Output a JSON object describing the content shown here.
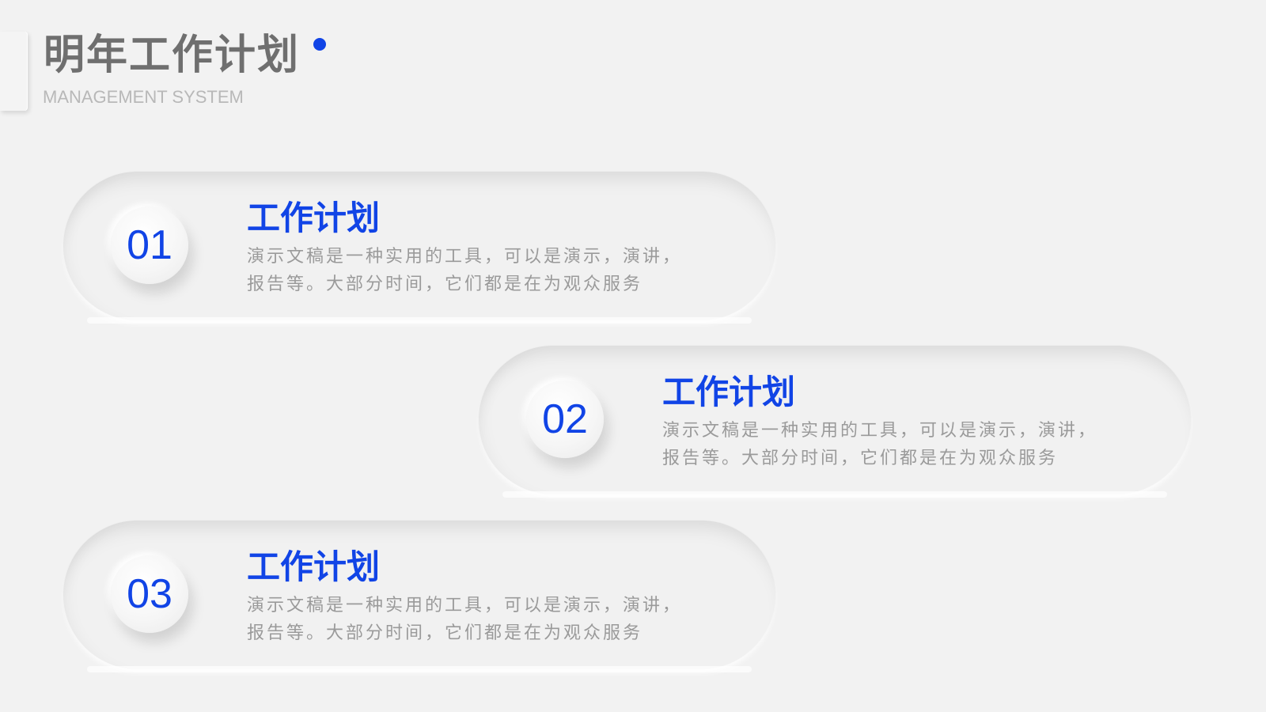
{
  "header": {
    "title": "明年工作计划",
    "subtitle": "MANAGEMENT SYSTEM"
  },
  "colors": {
    "accent": "#1144e6",
    "title_gray": "#6f6f6f",
    "text_gray": "#9a9a9a",
    "background": "#f2f2f2"
  },
  "items": [
    {
      "number": "01",
      "title": "工作计划",
      "desc_line1": "演示文稿是一种实用的工具，可以是演示，演讲，",
      "desc_line2": "报告等。大部分时间，它们都是在为观众服务"
    },
    {
      "number": "02",
      "title": "工作计划",
      "desc_line1": "演示文稿是一种实用的工具，可以是演示，演讲，",
      "desc_line2": "报告等。大部分时间，它们都是在为观众服务"
    },
    {
      "number": "03",
      "title": "工作计划",
      "desc_line1": "演示文稿是一种实用的工具，可以是演示，演讲，",
      "desc_line2": "报告等。大部分时间，它们都是在为观众服务"
    }
  ]
}
